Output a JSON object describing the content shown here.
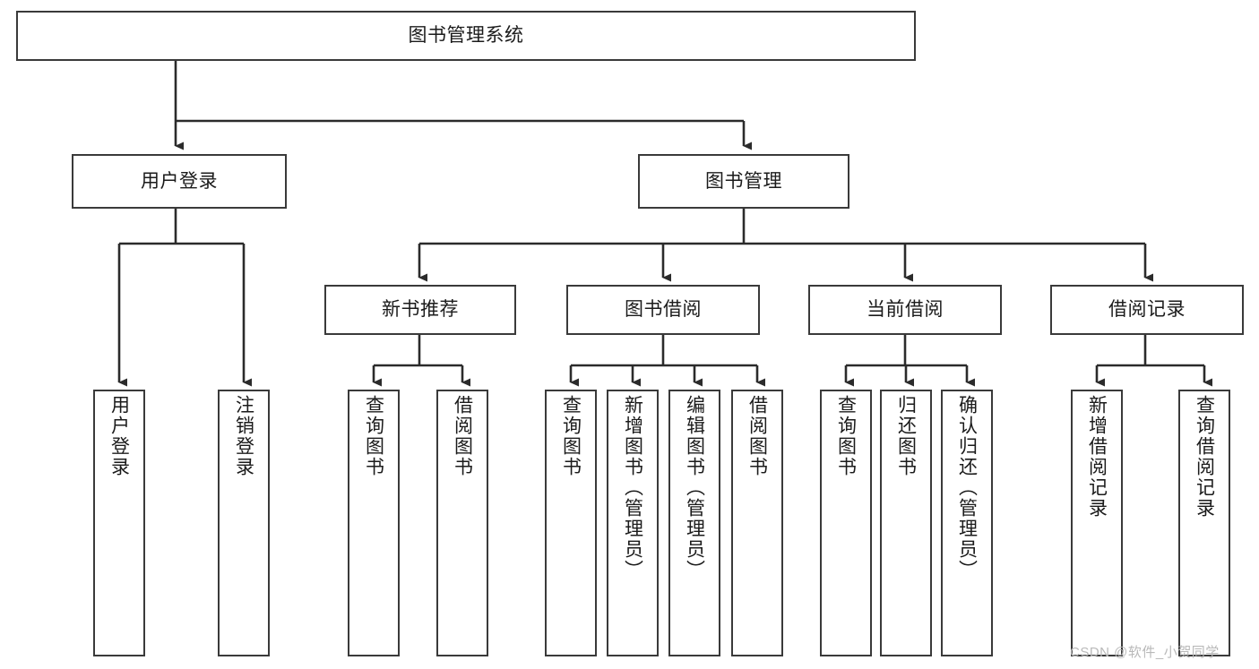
{
  "diagram": {
    "title": "图书管理系统",
    "type": "tree",
    "orientation": "top-down",
    "box_fill": "#ffffff",
    "box_stroke": "#3a3a3a",
    "line_color": "#2b2b2b",
    "text_color": "#1b1b1b",
    "watermark_color": "#b9b9b9"
  },
  "watermark": {
    "text": "CSDN @软件_小贺同学"
  },
  "nodes": {
    "root": {
      "label": "图书管理系统"
    },
    "level1": [
      {
        "id": "user-login",
        "label": "用户登录"
      },
      {
        "id": "book-manage",
        "label": "图书管理"
      }
    ],
    "level2": [
      {
        "id": "new-book-recommend",
        "label": "新书推荐",
        "parent": "book-manage"
      },
      {
        "id": "book-borrow",
        "label": "图书借阅",
        "parent": "book-manage"
      },
      {
        "id": "current-borrow",
        "label": "当前借阅",
        "parent": "book-manage"
      },
      {
        "id": "borrow-record",
        "label": "借阅记录",
        "parent": "book-manage"
      }
    ],
    "leaves": {
      "user-login": [
        {
          "id": "leaf-user-login",
          "label": "用户登录"
        },
        {
          "id": "leaf-logout",
          "label": "注销登录"
        }
      ],
      "new-book-recommend": [
        {
          "id": "leaf-query-book-1",
          "label": "查询图书"
        },
        {
          "id": "leaf-borrow-book-1",
          "label": "借阅图书"
        }
      ],
      "book-borrow": [
        {
          "id": "leaf-query-book-2",
          "label": "查询图书"
        },
        {
          "id": "leaf-add-book",
          "label": "新增图书（管理员）"
        },
        {
          "id": "leaf-edit-book",
          "label": "编辑图书（管理员）"
        },
        {
          "id": "leaf-borrow-book-2",
          "label": "借阅图书"
        }
      ],
      "current-borrow": [
        {
          "id": "leaf-query-book-3",
          "label": "查询图书"
        },
        {
          "id": "leaf-return-book",
          "label": "归还图书"
        },
        {
          "id": "leaf-confirm-return",
          "label": "确认归还（管理员）"
        }
      ],
      "borrow-record": [
        {
          "id": "leaf-add-record",
          "label": "新增借阅记录"
        },
        {
          "id": "leaf-query-record",
          "label": "查询借阅记录"
        }
      ]
    }
  }
}
